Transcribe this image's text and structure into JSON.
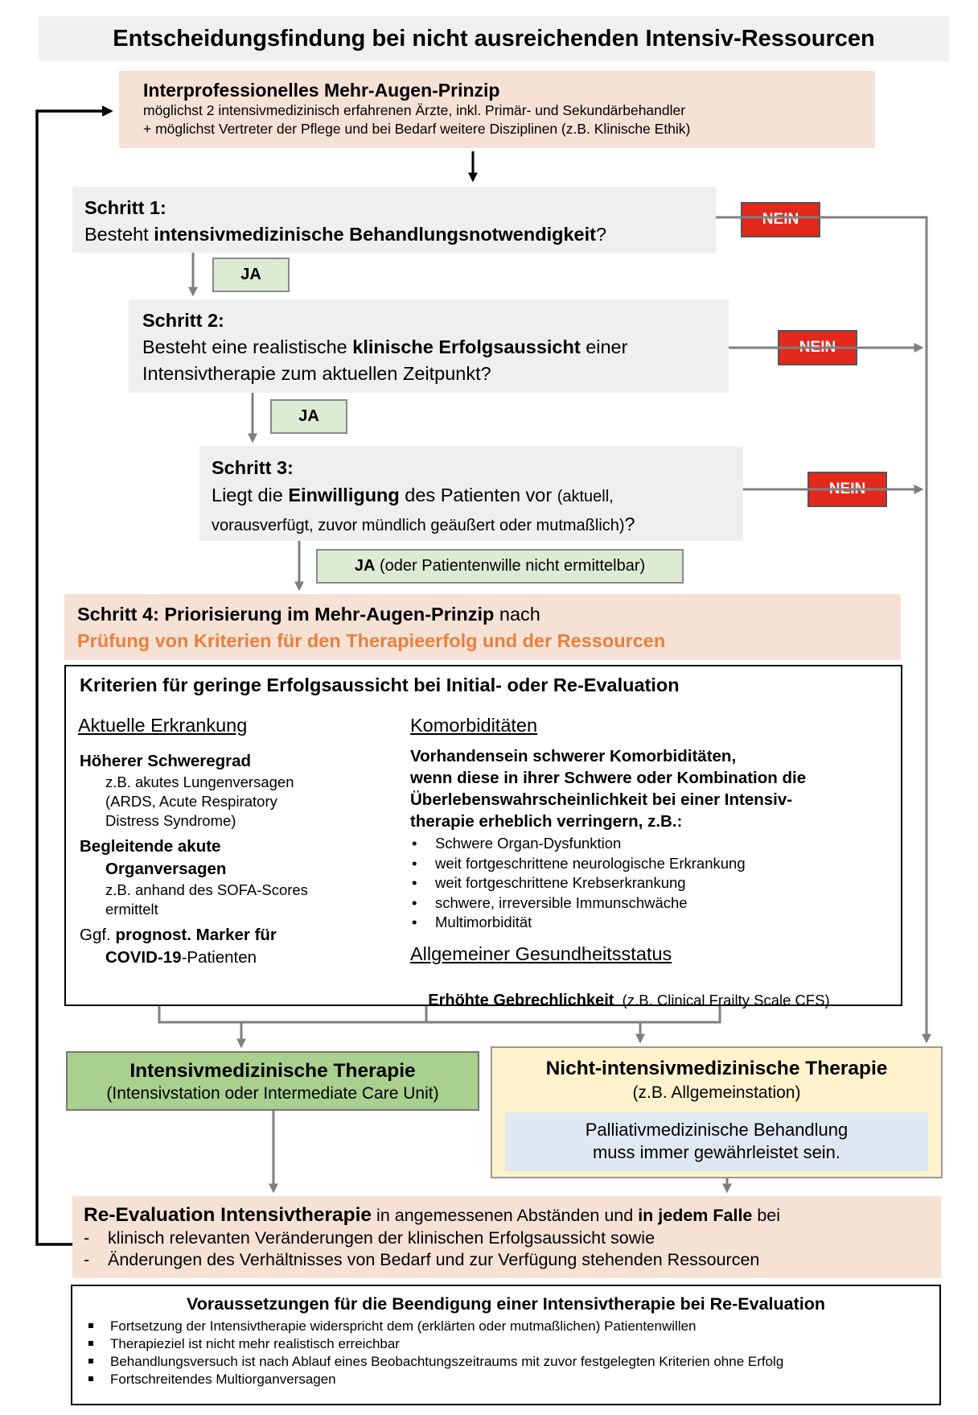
{
  "title": "Entscheidungsfindung bei nicht ausreichenden Intensiv-Ressourcen",
  "principle": {
    "heading": "Interprofessionelles Mehr-Augen-Prinzip",
    "line1": "möglichst 2 intensivmedizinisch erfahrenen Ärzte, inkl. Primär- und Sekundärbehandler",
    "line2": "+ möglichst Vertreter der Pflege und bei Bedarf weitere Disziplinen (z.B. Klinische Ethik)"
  },
  "step1": {
    "label": "Schritt 1:",
    "pre": "Besteht ",
    "bold": "intensivmedizinische Behandlungsnotwendigkeit",
    "post": "?",
    "yes": "JA",
    "no": "NEIN"
  },
  "step2": {
    "label": "Schritt 2:",
    "pre": "Besteht eine realistische ",
    "bold": "klinische Erfolgsaussicht",
    "post": " einer",
    "line2": "Intensivtherapie zum aktuellen Zeitpunkt?",
    "yes": "JA",
    "no": "NEIN"
  },
  "step3": {
    "label": "Schritt 3:",
    "pre": "Liegt die ",
    "bold": "Einwilligung",
    "mid": " des Patienten vor ",
    "paren": "(aktuell,",
    "line2": "vorausverfügt, zuvor mündlich geäußert oder mutmaßlich)",
    "line2end": "?",
    "yes_bold": "JA",
    "yes_rest": " (oder Patientenwille nicht ermittelbar)",
    "no": "NEIN"
  },
  "step4": {
    "bold": "Schritt 4: Priorisierung im Mehr-Augen-Prinzip",
    "rest": " nach",
    "orange": "Prüfung von Kriterien für den Therapieerfolg und der Ressourcen"
  },
  "criteria": {
    "heading": "Kriterien für geringe Erfolgsaussicht bei Initial- oder Re-Evaluation",
    "left_heading": "Aktuelle Erkrankung",
    "severity": "Höherer Schweregrad",
    "severity_detail": [
      "z.B. akutes Lungenversagen",
      "(ARDS, Acute Respiratory",
      "Distress Syndrome)"
    ],
    "organ_line1": "Begleitende akute",
    "organ_line2": "Organversagen",
    "organ_detail": [
      "z.B. anhand des SOFA-Scores",
      "ermittelt"
    ],
    "marker_pre": "Ggf. ",
    "marker_bold": "prognost. Marker für",
    "covid_bold": "COVID-19",
    "covid_rest": "-Patienten",
    "right_heading": "Komorbiditäten",
    "comorb_lines": [
      "Vorhandensein schwerer Komorbiditäten,",
      "wenn diese in ihrer Schwere oder Kombination die",
      "Überlebenswahrscheinlichkeit bei einer Intensiv-",
      "therapie erheblich verringern, z.B.:"
    ],
    "comorb_items": [
      "Schwere Organ-Dysfunktion",
      "weit fortgeschrittene neurologische Erkrankung",
      "weit fortgeschrittene Krebserkrankung",
      "schwere, irreversible Immunschwäche",
      "Multimorbidität"
    ],
    "health_heading": "Allgemeiner Gesundheitsstatus",
    "frailty_bold": "Erhöhte Gebrechlichkeit",
    "frailty_rest": "  (z.B. Clinical Frailty Scale CFS)"
  },
  "icu": {
    "title": "Intensivmedizinische Therapie",
    "sub": "(Intensivstation oder Intermediate Care Unit)"
  },
  "non_icu": {
    "title": "Nicht-intensivmedizinische Therapie",
    "sub": "(z.B. Allgemeinstation)",
    "palliative_line1": "Palliativmedizinische Behandlung",
    "palliative_line2": "muss immer gewährleistet sein."
  },
  "reeval": {
    "bold": "Re-Evaluation Intensivtherapie",
    "mid": " in angemessenen Abständen und ",
    "bold2": "in jedem Falle",
    "end": " bei",
    "items": [
      "klinisch relevanten Veränderungen der klinischen Erfolgsaussicht sowie",
      "Änderungen des Verhältnisses von Bedarf und zur Verfügung stehenden Ressourcen"
    ]
  },
  "termination": {
    "heading": "Voraussetzungen für die Beendigung einer Intensivtherapie bei Re-Evaluation",
    "items": [
      "Fortsetzung der Intensivtherapie widerspricht dem (erklärten oder mutmaßlichen) Patientenwillen",
      "Therapieziel ist nicht mehr realistisch erreichbar",
      "Behandlungsversuch ist nach Ablauf eines Beobachtungszeitraums mit zuvor festgelegten Kriterien ohne Erfolg",
      "Fortschreitendes Multiorganversagen"
    ]
  },
  "colors": {
    "peach": "#f6e1d5",
    "gray_box": "#efefef",
    "green_box": "#a9d08e",
    "yellow_box": "#fdf2cc",
    "blue_box": "#dfe8f3",
    "red_tag": "#e3281c",
    "orange_text": "#e8803c",
    "arrow_gray": "#7f7f7f"
  }
}
